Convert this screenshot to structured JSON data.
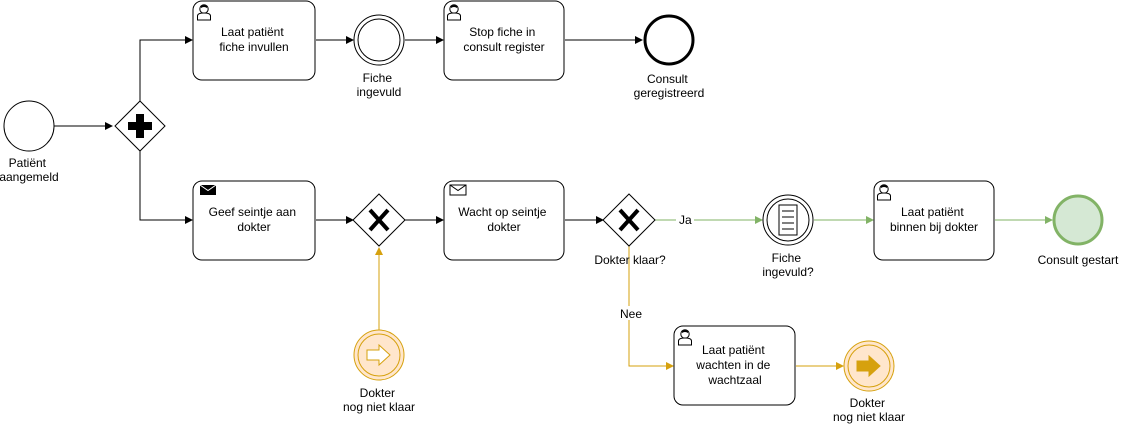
{
  "events": {
    "start": {
      "label_lines": [
        "Patiënt",
        "aangemeld"
      ]
    },
    "fiche_ingevuld": {
      "label_lines": [
        "Fiche",
        "ingevuld"
      ]
    },
    "consult_geregistreerd": {
      "label_lines": [
        "Consult",
        "geregistreerd"
      ]
    },
    "fiche_ingevuld_q": {
      "label_lines": [
        "Fiche",
        "ingevuld?"
      ]
    },
    "consult_gestart": {
      "label_lines": [
        "Consult gestart"
      ]
    },
    "dokter_niet_klaar_catch": {
      "label_lines": [
        "Dokter",
        "nog niet klaar"
      ]
    },
    "dokter_niet_klaar_throw": {
      "label_lines": [
        "Dokter",
        "nog niet klaar"
      ]
    }
  },
  "tasks": {
    "laat_patient_fiche": {
      "label_lines": [
        "Laat patiënt",
        "fiche invullen"
      ],
      "icon": "user-icon"
    },
    "stop_fiche": {
      "label_lines": [
        "Stop fiche in",
        "consult register"
      ],
      "icon": "user-icon"
    },
    "geef_seintje": {
      "label_lines": [
        "Geef seintje aan",
        "dokter"
      ],
      "icon": "send-envelope-icon"
    },
    "wacht_seintje": {
      "label_lines": [
        "Wacht op seintje",
        "dokter"
      ],
      "icon": "receive-envelope-icon"
    },
    "laat_patient_binnen": {
      "label_lines": [
        "Laat patiënt",
        "binnen bij dokter"
      ],
      "icon": "user-icon"
    },
    "laat_patient_wachten": {
      "label_lines": [
        "Laat patiënt",
        "wachten in de",
        "wachtzaal"
      ],
      "icon": "user-icon"
    }
  },
  "gateways": {
    "dokter_klaar": {
      "label": "Dokter klaar?"
    }
  },
  "flow_labels": {
    "ja": "Ja",
    "nee": "Nee"
  },
  "colors": {
    "default": "#000000",
    "green_flow": "#82b366",
    "green_fill": "#d5e8d4",
    "orange_flow": "#d6a10e",
    "orange_fill": "#ffe6cc"
  }
}
